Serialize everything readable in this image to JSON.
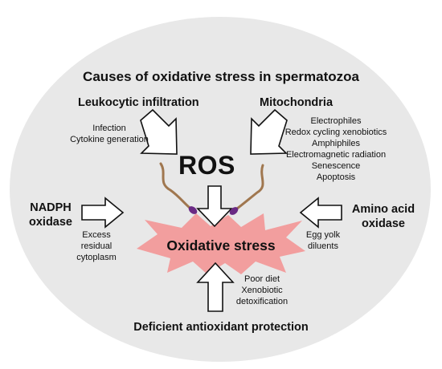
{
  "title": "Causes of oxidative stress in spermatozoa",
  "center": {
    "ros": "ROS",
    "oxidative_stress": "Oxidative stress"
  },
  "sources": {
    "leukocytic": {
      "label": "Leukocytic infiltration",
      "details": [
        "Infection",
        "Cytokine generation"
      ]
    },
    "mitochondria": {
      "label": "Mitochondria",
      "details": [
        "Electrophiles",
        "Redox cycling xenobiotics",
        "Amphiphiles",
        "Electromagnetic radiation",
        "Senescence",
        "Apoptosis"
      ]
    },
    "nadph": {
      "label_lines": [
        "NADPH",
        "oxidase"
      ],
      "details": [
        "Excess",
        "residual",
        "cytoplasm"
      ]
    },
    "amino_acid": {
      "label_lines": [
        "Amino acid",
        "oxidase"
      ],
      "details": [
        "Egg yolk",
        "diluents"
      ]
    },
    "antioxidant": {
      "label": "Deficient antioxidant protection",
      "details": [
        "Poor diet",
        "Xenobiotic",
        "detoxification"
      ]
    }
  },
  "colors": {
    "ellipse_fill": "#e8e8e8",
    "burst_fill": "#f29e9e",
    "sperm_tail": "#a0774f",
    "sperm_head": "#6a2a84",
    "arrow_stroke": "#111111",
    "arrow_fill": "#ffffff"
  }
}
